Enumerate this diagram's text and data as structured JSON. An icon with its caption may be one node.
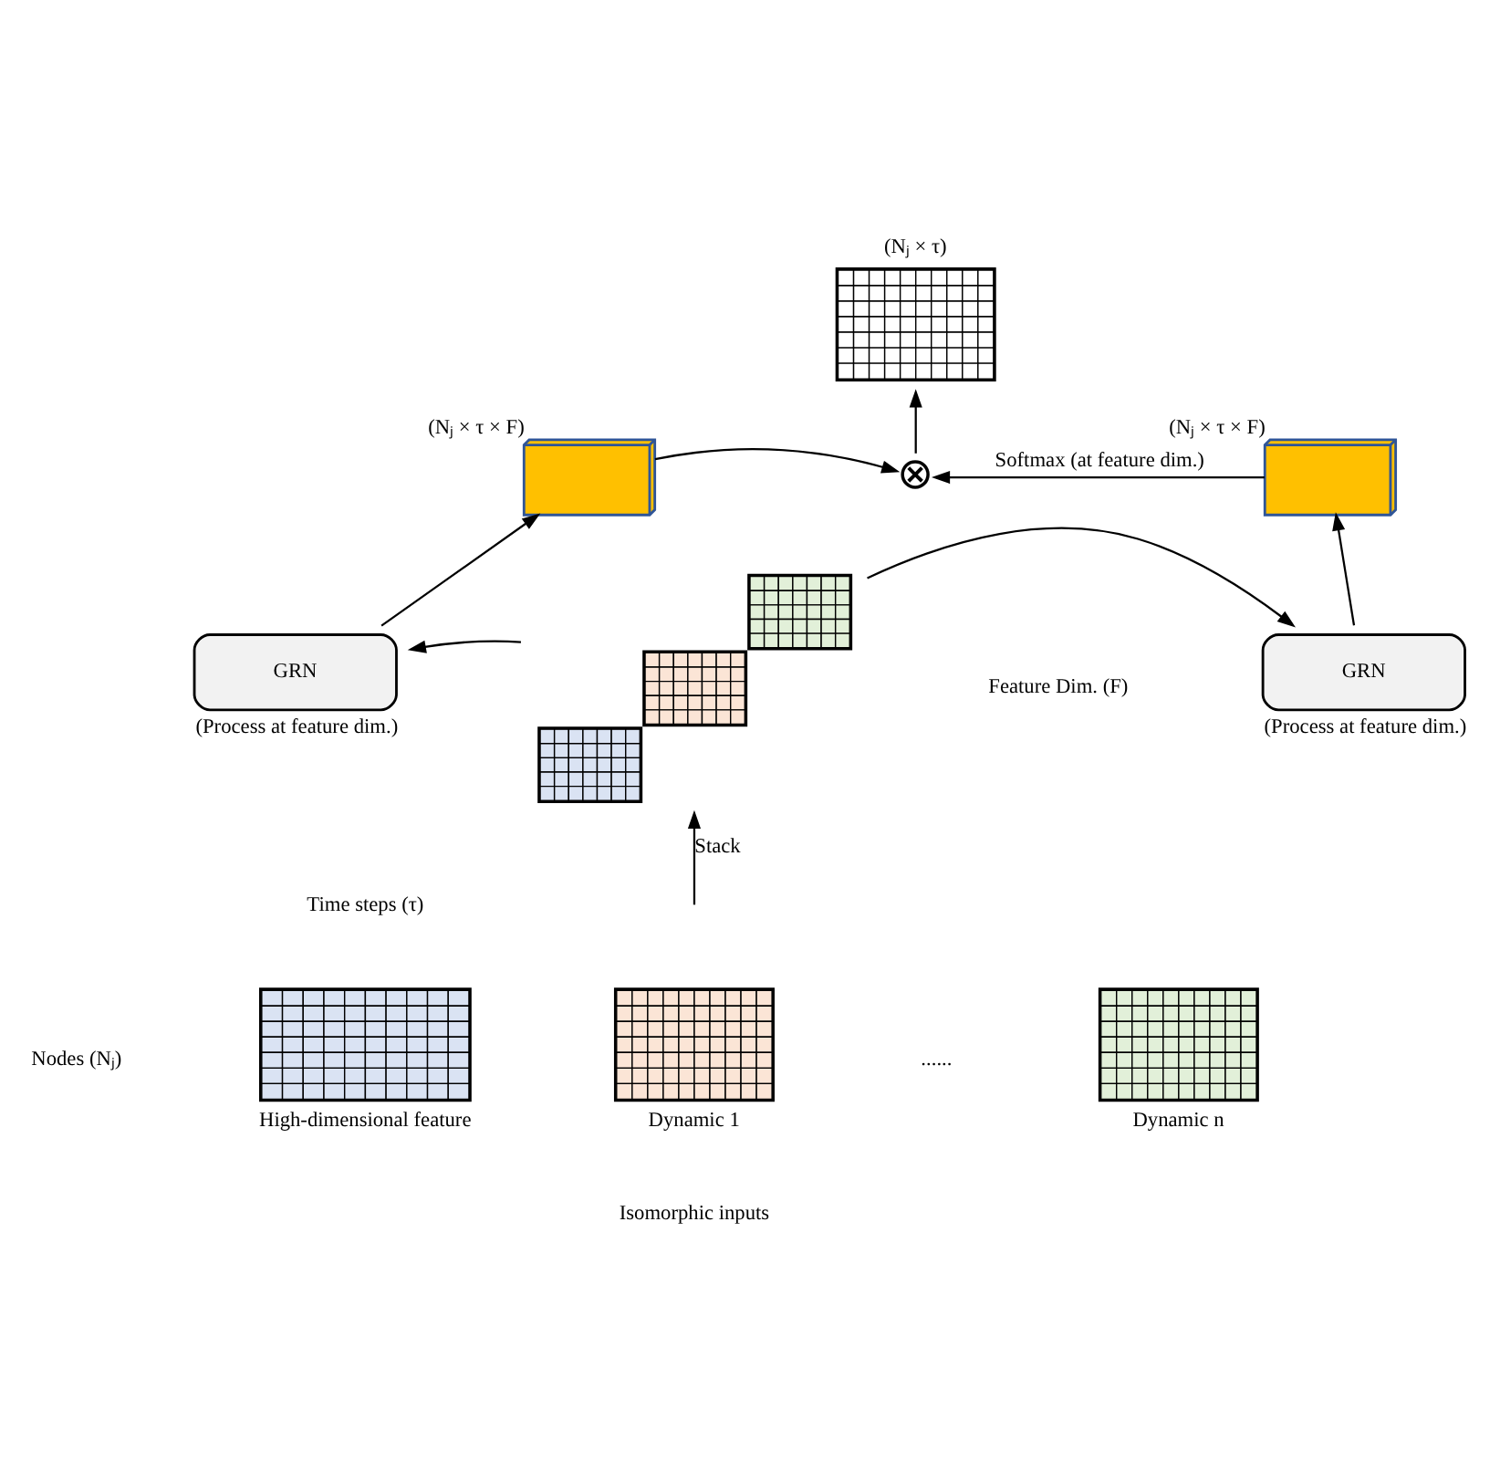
{
  "diagram": {
    "nodes": [
      {
        "text": [],
        "shape": "grid",
        "beside": [
          "(Nⱼ × τ)"
        ]
      },
      {
        "text": [],
        "shape": "cube",
        "beside": [
          "(Nⱼ × τ × F)"
        ]
      },
      {
        "text": [
          "⊗"
        ]
      },
      {
        "text": [],
        "shape": "cube",
        "beside": [
          "(Nⱼ × τ × F)"
        ]
      },
      {
        "text": [
          "GRN"
        ],
        "beside": [
          "(Process at feature dim.)"
        ]
      },
      {
        "text": [],
        "shape": "grid"
      },
      {
        "text": [
          "GRN"
        ],
        "beside": [
          "(Process at feature dim.)"
        ]
      },
      {
        "text": [],
        "shape": "grid",
        "beside": [
          "High-dimensional feature"
        ]
      },
      {
        "text": [],
        "shape": "grid",
        "beside": [
          "Dynamic 1"
        ]
      },
      {
        "text": [],
        "shape": "grid",
        "beside": [
          "Dynamic n"
        ]
      }
    ],
    "edges": [
      {
        "from": 1,
        "to": 2,
        "arrow": "to"
      },
      {
        "from": 3,
        "to": 2,
        "arrow": "to",
        "label": "Softmax (at feature dim.)"
      },
      {
        "from": 2,
        "to": 0,
        "arrow": "to"
      },
      {
        "from": 4,
        "to": 1,
        "arrow": "to"
      },
      {
        "from": 6,
        "to": 3,
        "arrow": "to"
      },
      {
        "from": 5,
        "to": 4,
        "arrow": "to"
      },
      {
        "from": 5,
        "to": 6,
        "arrow": "to"
      },
      {
        "from": null,
        "to": 5,
        "arrow": "to",
        "label": "Stack"
      }
    ],
    "labels": [
      "Feature Dim. (F)",
      "Time steps (τ)",
      "Nodes (Nⱼ)",
      "......",
      "Isomorphic inputs"
    ]
  }
}
